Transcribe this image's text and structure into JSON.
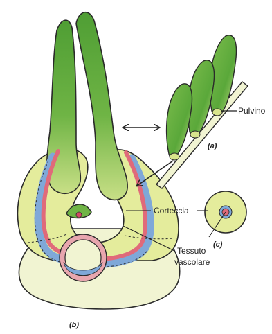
{
  "labels": {
    "pulvino": "Pulvino",
    "corteccia": "Corteccia",
    "tessuto_line1": "Tessuto",
    "tessuto_line2": "vascolare",
    "panel_a": "(a)",
    "panel_b": "(b)",
    "panel_c": "(c)"
  },
  "colors": {
    "leaf_green": "#5aa83a",
    "leaf_light": "#b8d87a",
    "cortex_fill": "#e4ec9c",
    "base_fill": "#f1f4d2",
    "phloem_red": "#e06a7a",
    "xylem_blue": "#7fa8d8",
    "outline": "#2a2a2a"
  }
}
